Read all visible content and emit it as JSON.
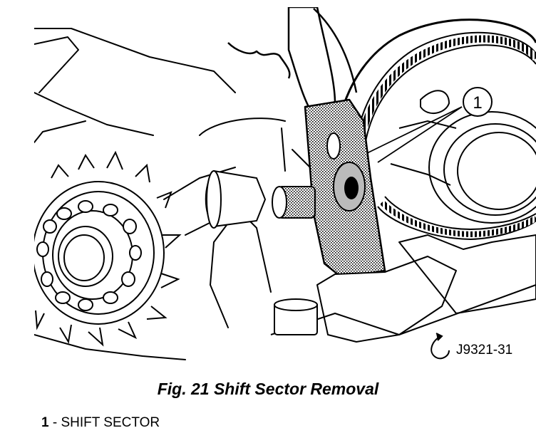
{
  "figure": {
    "caption": "Fig. 21 Shift Sector Removal",
    "figure_id": "J9321-31",
    "callout_number": "1"
  },
  "legend": [
    {
      "number": "1",
      "separator": " - ",
      "text": "SHIFT SECTOR"
    }
  ],
  "colors": {
    "ink": "#000000",
    "paper": "#ffffff",
    "stipple": "#9a9a9a"
  },
  "icons": [
    "rotation-arrow-icon"
  ]
}
